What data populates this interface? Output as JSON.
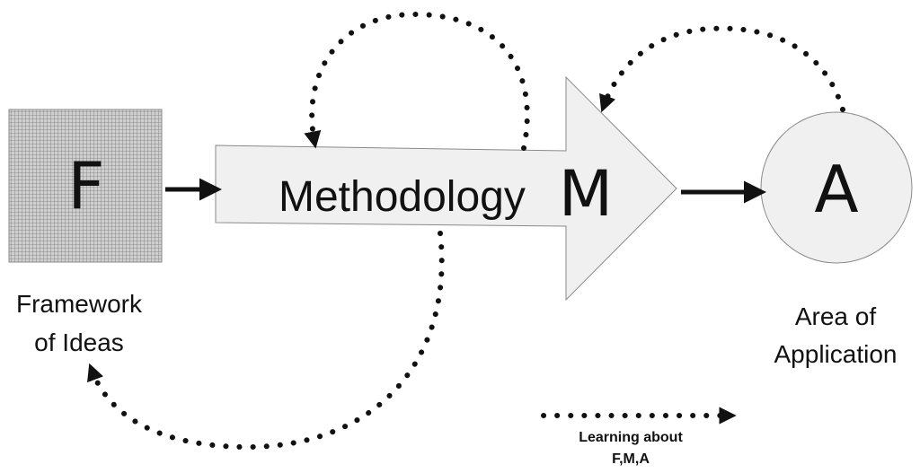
{
  "framework": {
    "letter": "F",
    "label_line1": "Framework",
    "label_line2": "of Ideas"
  },
  "methodology": {
    "word": "Methodology",
    "letter": "M"
  },
  "application": {
    "letter": "A",
    "label_line1": "Area of",
    "label_line2": "Application"
  },
  "legend": {
    "line1": "Learning about",
    "line2": "F,M,A"
  },
  "colors": {
    "grid_fill": "#bdbdbd",
    "shape_fill": "#f0f0f0",
    "stroke": "#8a8a8a",
    "ink": "#111111"
  }
}
